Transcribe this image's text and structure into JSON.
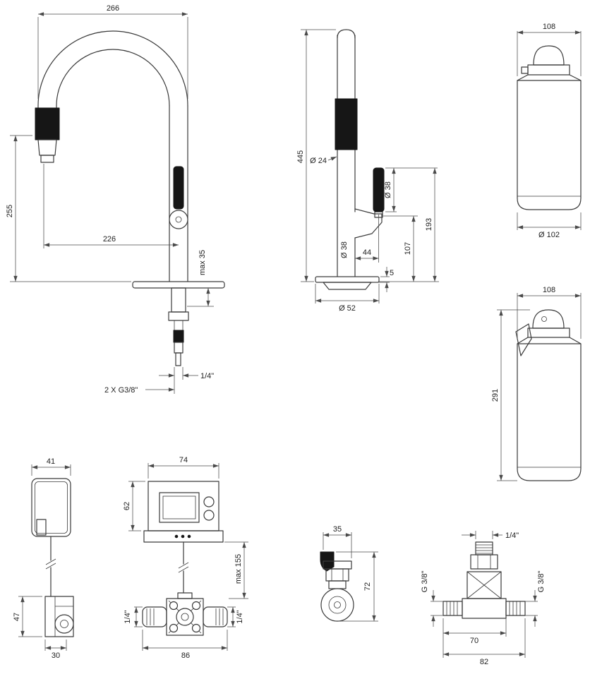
{
  "page": {
    "background": "#ffffff",
    "line_color": "#3a3a3a"
  },
  "front_view": {
    "dim_spout_width": "266",
    "dim_height": "255",
    "dim_reach": "226",
    "dim_deck_max": "max 35",
    "dim_hose": "1/4\"",
    "dim_supply": "2 X G3/8\""
  },
  "side_view": {
    "dim_total_height": "445",
    "dim_spout_dia": "Ø 24",
    "dim_handle_dia": "Ø 38",
    "dim_body_dia": "Ø 38",
    "dim_handle_offset": "44",
    "dim_outlet_height": "107",
    "dim_handle_top_height": "193",
    "dim_base_height": "5",
    "dim_base_dia": "Ø 52"
  },
  "filter_front": {
    "dim_width": "108",
    "dim_dia": "Ø 102"
  },
  "filter_side": {
    "dim_width": "108",
    "dim_height": "291"
  },
  "sensor_unit": {
    "dim_width": "41",
    "dim_height": "47",
    "dim_base_width": "30"
  },
  "control_unit": {
    "dim_width": "74",
    "dim_height": "62",
    "dim_cable_max": "max 155",
    "dim_left_port": "1/4\"",
    "dim_right_port": "1/4\"",
    "dim_manifold_width": "86"
  },
  "shutoff_valve": {
    "dim_width": "35",
    "dim_height": "72"
  },
  "t_valve": {
    "dim_top_port": "1/4\"",
    "dim_left_thread": "G 3/8\"",
    "dim_right_thread": "G 3/8\"",
    "dim_inner_width": "70",
    "dim_total_width": "82"
  }
}
